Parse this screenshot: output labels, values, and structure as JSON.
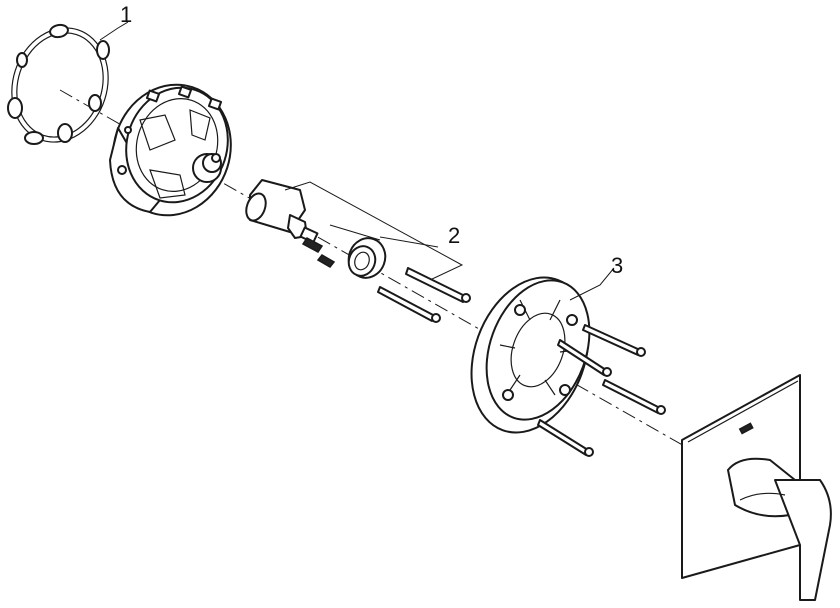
{
  "callouts": {
    "one": "1",
    "two": "2",
    "three": "3"
  },
  "colors": {
    "line": "#1a1a1a",
    "background": "#ffffff"
  }
}
